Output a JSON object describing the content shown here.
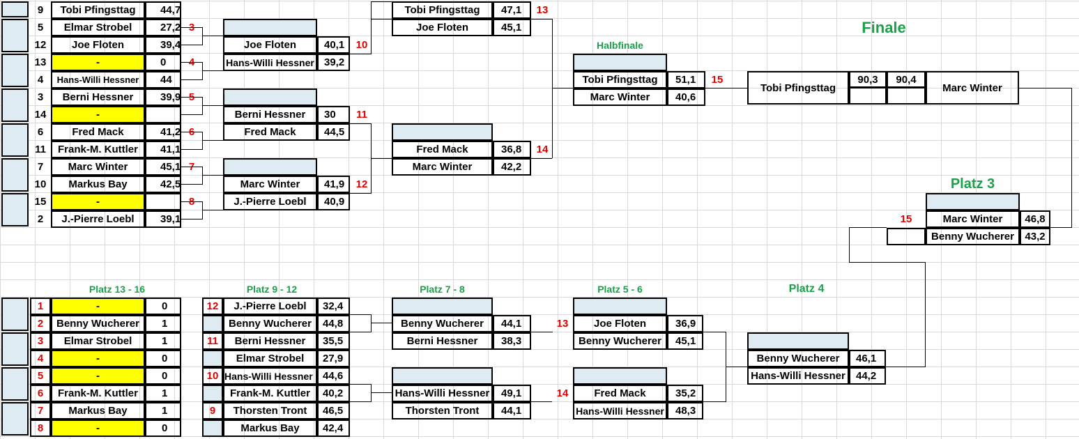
{
  "colors": {
    "seed_fill": "#deebf2",
    "bye_fill": "#ffff00",
    "match_no": "#e00000",
    "heading": "#1aa14a"
  },
  "headings": {
    "finale": "Finale",
    "halbfinale": "Halbfinale",
    "platz3": "Platz 3",
    "platz13_16": "Platz 13 - 16",
    "platz9_12": "Platz 9 - 12",
    "platz7_8": "Platz 7 - 8",
    "platz5_6": "Platz 5 - 6",
    "platz4": "Platz 4"
  },
  "round1": [
    {
      "seed": "9",
      "name": "Tobi Pfingsttag",
      "score": "44,7"
    },
    {
      "seed": "5",
      "name": "Elmar Strobel",
      "score": "27,2"
    },
    {
      "seed": "12",
      "name": "Joe Floten",
      "score": "39,4"
    },
    {
      "seed": "13",
      "name": "-",
      "score": "0"
    },
    {
      "seed": "4",
      "name": "Hans-Willi Hessner",
      "score": "44"
    },
    {
      "seed": "3",
      "name": "Berni Hessner",
      "score": "39,9"
    },
    {
      "seed": "14",
      "name": "-",
      "score": ""
    },
    {
      "seed": "6",
      "name": "Fred Mack",
      "score": "41,2"
    },
    {
      "seed": "11",
      "name": "Frank-M. Kuttler",
      "score": "41,1"
    },
    {
      "seed": "7",
      "name": "Marc Winter",
      "score": "45,1"
    },
    {
      "seed": "10",
      "name": "Markus Bay",
      "score": "42,5"
    },
    {
      "seed": "15",
      "name": "-",
      "score": ""
    },
    {
      "seed": "2",
      "name": "J.-Pierre Loebl",
      "score": "39,1"
    }
  ],
  "r1_match_numbers": [
    "3",
    "4",
    "5",
    "6",
    "7",
    "8"
  ],
  "round2": [
    {
      "name": "Joe Floten",
      "score": "40,1"
    },
    {
      "name": "Hans-Willi Hessner",
      "score": "39,2"
    },
    {
      "name": "Berni Hessner",
      "score": "30"
    },
    {
      "name": "Fred Mack",
      "score": "44,5"
    },
    {
      "name": "Marc Winter",
      "score": "41,9"
    },
    {
      "name": "J.-Pierre Loebl",
      "score": "40,9"
    }
  ],
  "r2_match_numbers": [
    "10",
    "11",
    "12"
  ],
  "round3": [
    {
      "name": "Tobi Pfingsttag",
      "score": "47,1"
    },
    {
      "name": "Joe Floten",
      "score": "45,1"
    },
    {
      "name": "Fred Mack",
      "score": "36,8"
    },
    {
      "name": "Marc Winter",
      "score": "42,2"
    }
  ],
  "r3_match_numbers": [
    "13",
    "14"
  ],
  "semi": [
    {
      "name": "Tobi Pfingsttag",
      "score": "51,1"
    },
    {
      "name": "Marc Winter",
      "score": "40,6"
    }
  ],
  "semi_match_number": "15",
  "final": {
    "left": "Tobi Pfingsttag",
    "score_left": "90,3",
    "score_right": "90,4",
    "right": "Marc Winter"
  },
  "platz3": {
    "match_number": "15",
    "rows": [
      {
        "name": "Marc Winter",
        "score": "46,8"
      },
      {
        "name": "Benny Wucherer",
        "score": "43,2"
      }
    ]
  },
  "p13_16": [
    {
      "no": "1",
      "name": "-",
      "score": "0"
    },
    {
      "no": "2",
      "name": "Benny Wucherer",
      "score": "1"
    },
    {
      "no": "3",
      "name": "Elmar Strobel",
      "score": "1"
    },
    {
      "no": "4",
      "name": "-",
      "score": "0"
    },
    {
      "no": "5",
      "name": "-",
      "score": "0"
    },
    {
      "no": "6",
      "name": "Frank-M. Kuttler",
      "score": "1"
    },
    {
      "no": "7",
      "name": "Markus Bay",
      "score": "1"
    },
    {
      "no": "8",
      "name": "-",
      "score": "0"
    }
  ],
  "p9_12": [
    {
      "no": "12",
      "name": "J.-Pierre Loebl",
      "score": "32,4"
    },
    {
      "no": "",
      "name": "Benny Wucherer",
      "score": "44,8"
    },
    {
      "no": "11",
      "name": "Berni Hessner",
      "score": "35,5"
    },
    {
      "no": "",
      "name": "Elmar Strobel",
      "score": "27,9"
    },
    {
      "no": "10",
      "name": "Hans-Willi Hessner",
      "score": "44,6"
    },
    {
      "no": "",
      "name": "Frank-M. Kuttler",
      "score": "40,2"
    },
    {
      "no": "9",
      "name": "Thorsten Tront",
      "score": "46,5"
    },
    {
      "no": "",
      "name": "Markus Bay",
      "score": "42,4"
    }
  ],
  "p7_8": [
    {
      "name": "Benny Wucherer",
      "score": "44,1"
    },
    {
      "name": "Berni Hessner",
      "score": "38,3"
    },
    {
      "name": "Hans-Willi Hessner",
      "score": "49,1"
    },
    {
      "name": "Thorsten Tront",
      "score": "44,1"
    }
  ],
  "p5_6": [
    {
      "no": "13",
      "name": "Joe Floten",
      "score": "36,9"
    },
    {
      "no": "",
      "name": "Benny Wucherer",
      "score": "45,1"
    },
    {
      "no": "14",
      "name": "Fred Mack",
      "score": "35,2"
    },
    {
      "no": "",
      "name": "Hans-Willi Hessner",
      "score": "48,3"
    }
  ],
  "p4": [
    {
      "name": "Benny Wucherer",
      "score": "46,1"
    },
    {
      "name": "Hans-Willi Hessner",
      "score": "44,2"
    }
  ]
}
